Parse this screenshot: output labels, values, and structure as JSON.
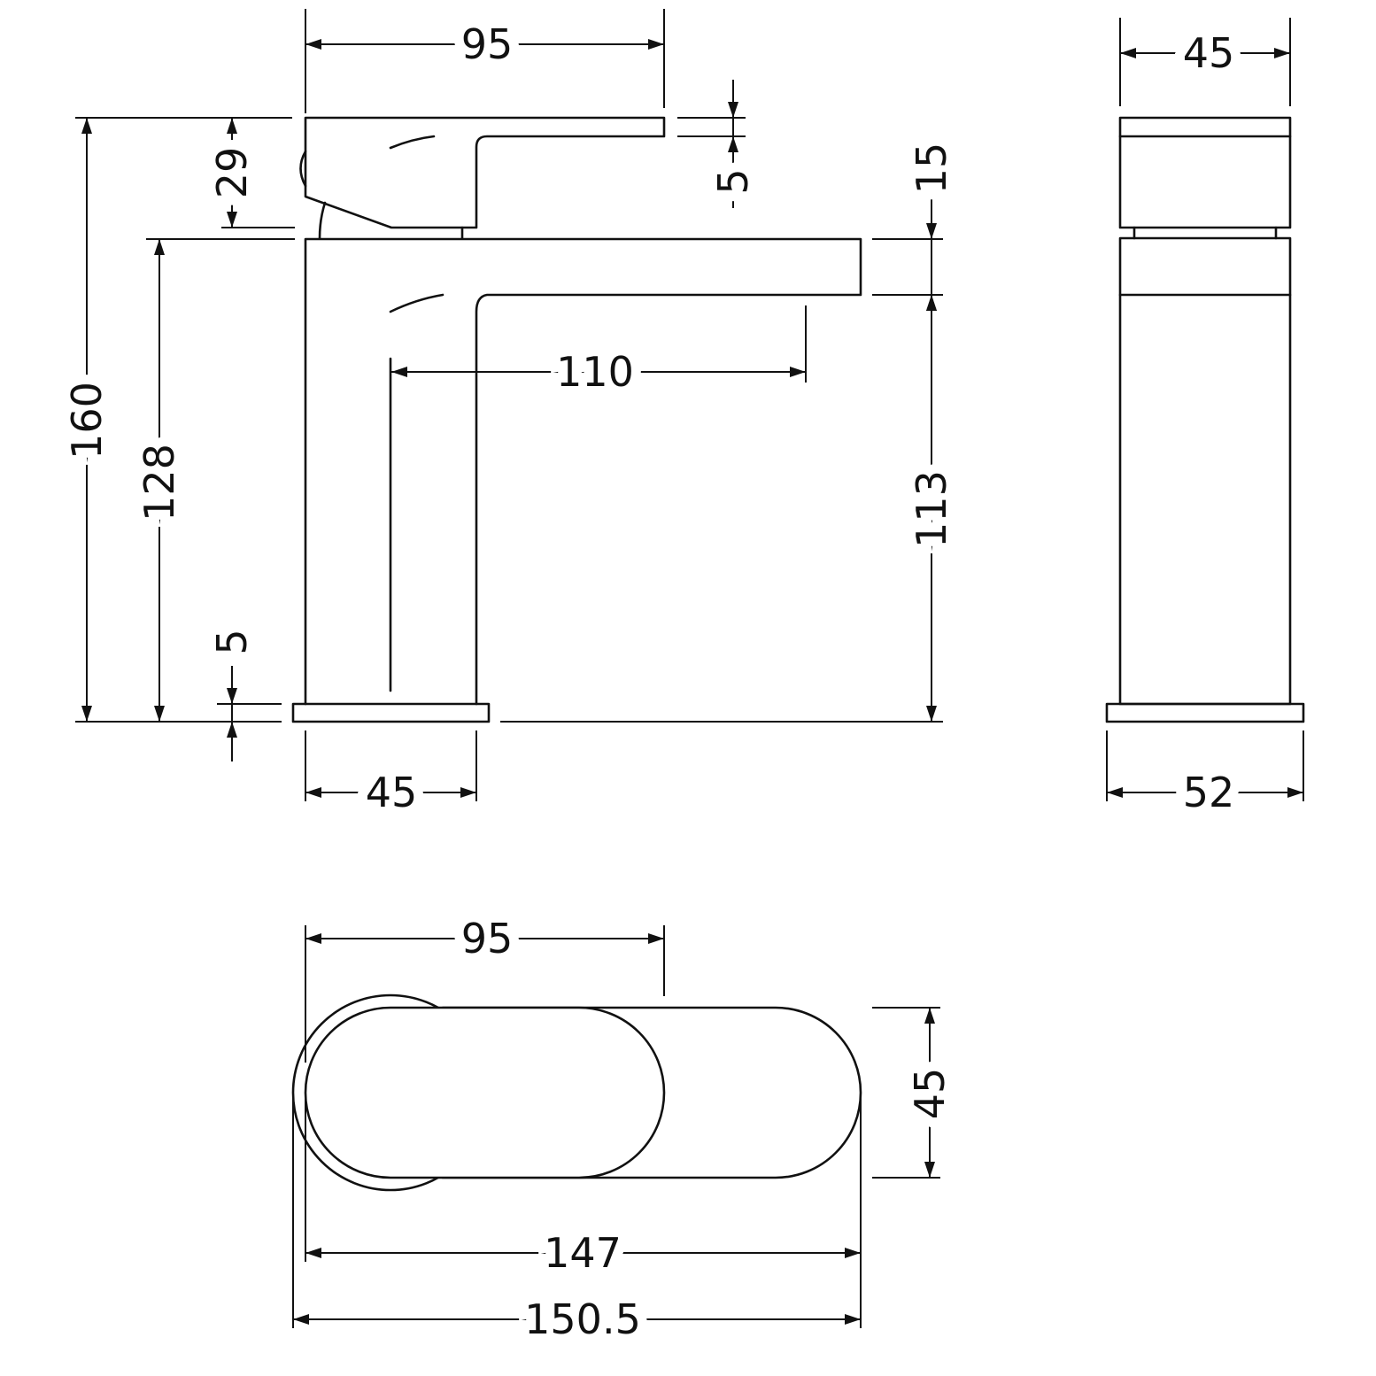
{
  "drawing": {
    "colors": {
      "line": "#111111",
      "background": "#ffffff"
    },
    "dimensions": {
      "front_handle_width": "95",
      "side_handle_width": "45",
      "total_height": "160",
      "spout_height": "128",
      "handle_height": "29",
      "base_thickness": "5",
      "lever_thickness": "5",
      "spout_thickness": "15",
      "spout_clearance": "113",
      "spout_reach": "110",
      "body_width_front": "45",
      "base_width_side": "52",
      "top_handle_length": "95",
      "top_width": "45",
      "top_body_length": "147",
      "top_overall_length": "150.5"
    }
  }
}
